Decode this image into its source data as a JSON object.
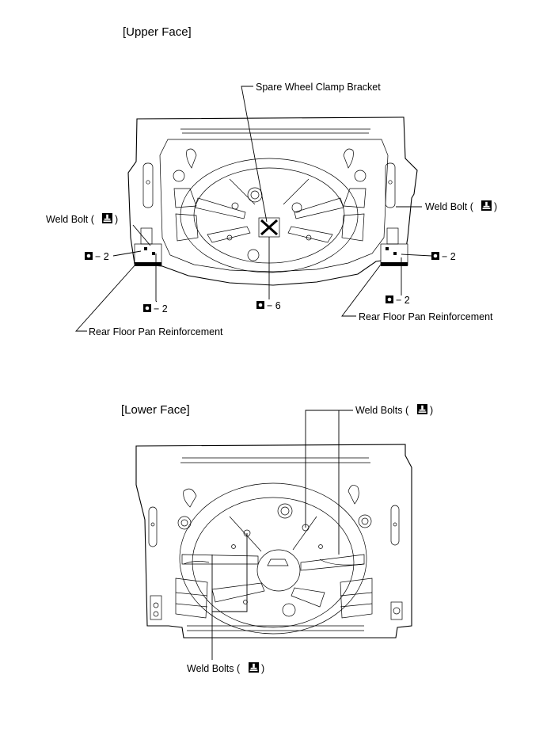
{
  "headings": {
    "upper": "[Upper Face]",
    "lower": "[Lower Face]"
  },
  "labels": {
    "spare_wheel_clamp_bracket": "Spare Wheel Clamp Bracket",
    "weld_bolt_left": "Weld Bolt (",
    "weld_bolt_right": "Weld Bolt (",
    "closing_paren": ")",
    "rear_floor_pan_reinforcement_left": "Rear Floor Pan Reinforcement",
    "rear_floor_pan_reinforcement_right": "Rear Floor Pan Reinforcement",
    "weld_bolts_lower_top": "Weld Bolts (",
    "weld_bolts_lower_bottom": "Weld Bolts ("
  },
  "weld_counts": {
    "left_side": "− 2",
    "left_bottom": "− 2",
    "center": "− 6",
    "right_side": "− 2",
    "right_bottom": "− 2"
  },
  "icons": {
    "weld_bolt_symbol": "weld-bolt-icon",
    "spot_weld_symbol": "spot-weld-icon"
  }
}
